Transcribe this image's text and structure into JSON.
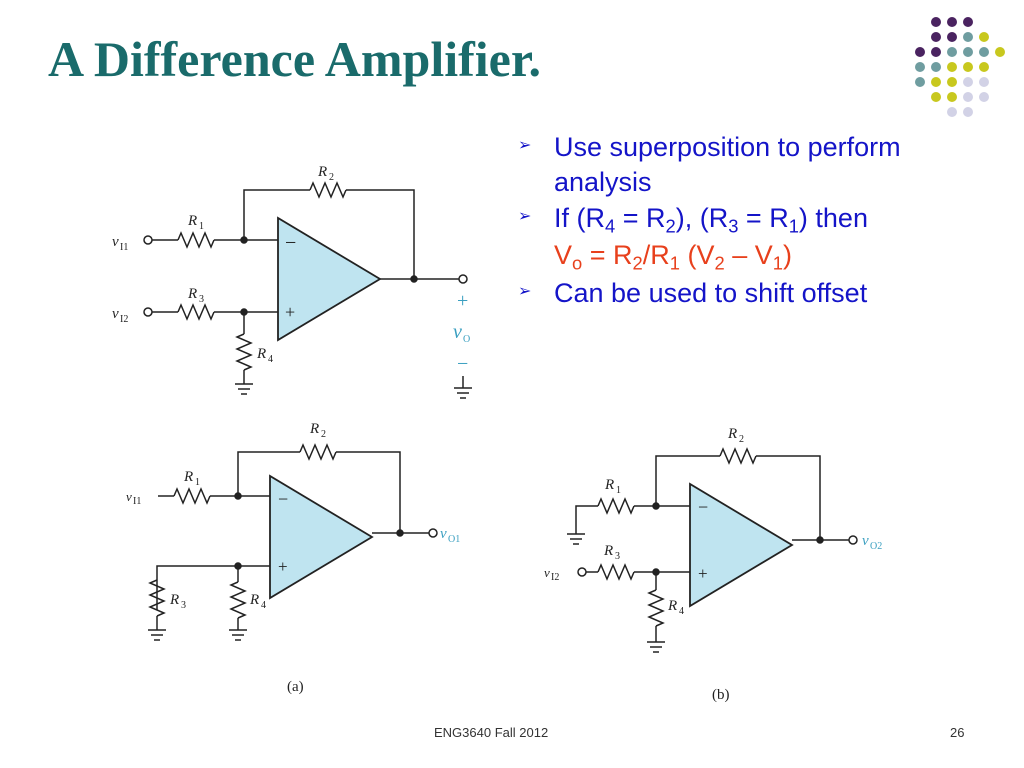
{
  "title": "A Difference Amplifier.",
  "bullets": [
    {
      "marker": "➢",
      "text": "Use superposition to perform analysis"
    },
    {
      "marker": "➢",
      "prefix": "If (R",
      "s1": "4",
      "m1": " = R",
      "s2": "2",
      "m2": "), (R",
      "s3": "3",
      "m3": " = R",
      "s4": "1",
      "suffix": ") then"
    },
    {
      "marker": "➢",
      "text": "Can be used to shift offset"
    }
  ],
  "equation": {
    "a": "V",
    "a_sub": "o",
    "b": " = R",
    "b_sub": "2",
    "c": "/R",
    "c_sub": "1",
    "d": " (V",
    "d_sub": "2",
    "e": " – V",
    "e_sub": "1",
    "f": ")"
  },
  "circuit_labels": {
    "r1": "R",
    "r1_sub": "1",
    "r2": "R",
    "r2_sub": "2",
    "r3": "R",
    "r3_sub": "3",
    "r4": "R",
    "r4_sub": "4",
    "vi1": "v",
    "vi1_sub": "I1",
    "vi2": "v",
    "vi2_sub": "I2",
    "vo": "v",
    "vo_sub": "O",
    "vo1": "v",
    "vo1_sub": "O1",
    "vo2": "v",
    "vo2_sub": "O2",
    "plus": "+",
    "minus": "−",
    "cap_a": "(a)",
    "cap_b": "(b)"
  },
  "footer": {
    "course": "ENG3640 Fall 2012",
    "page": "26"
  },
  "colors": {
    "title": "#1a6b6b",
    "bullet_text": "#1414c8",
    "equation": "#e8401c",
    "opamp_fill": "#bfe4f0",
    "dot_purple": "#4a2360",
    "dot_teal": "#6f9da0",
    "dot_yellow": "#c8c81e",
    "dot_lavender": "#d2d2e6"
  }
}
